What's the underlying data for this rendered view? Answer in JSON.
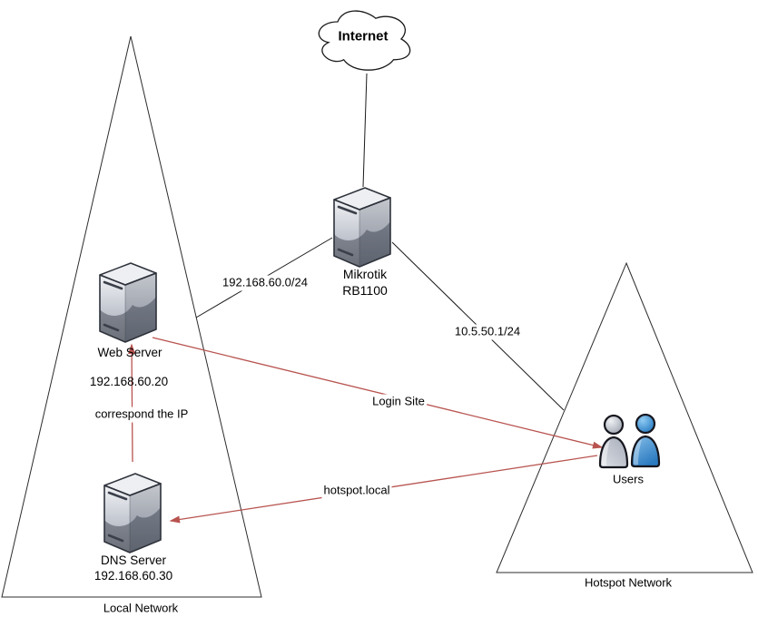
{
  "diagram": {
    "internet": {
      "label": "Internet"
    },
    "router": {
      "name": "Mikrotik",
      "model": "RB1100"
    },
    "web_server": {
      "label": "Web Server",
      "ip": "192.168.60.20"
    },
    "dns_server": {
      "label": "DNS Server",
      "ip": "192.168.60.30"
    },
    "users": {
      "label": "Users"
    },
    "zones": {
      "local": {
        "label": "Local Network"
      },
      "hotspot": {
        "label": "Hotspot Network"
      }
    },
    "links": {
      "lan_subnet": "192.168.60.0/24",
      "hotspot_subnet": "10.5.50.1/24",
      "login_site": "Login Site",
      "hotspot_local": "hotspot.local",
      "correspond_ip": "correspond the IP"
    },
    "colors": {
      "arrow_red": "#b85450",
      "line_black": "#1a1a1a"
    }
  }
}
